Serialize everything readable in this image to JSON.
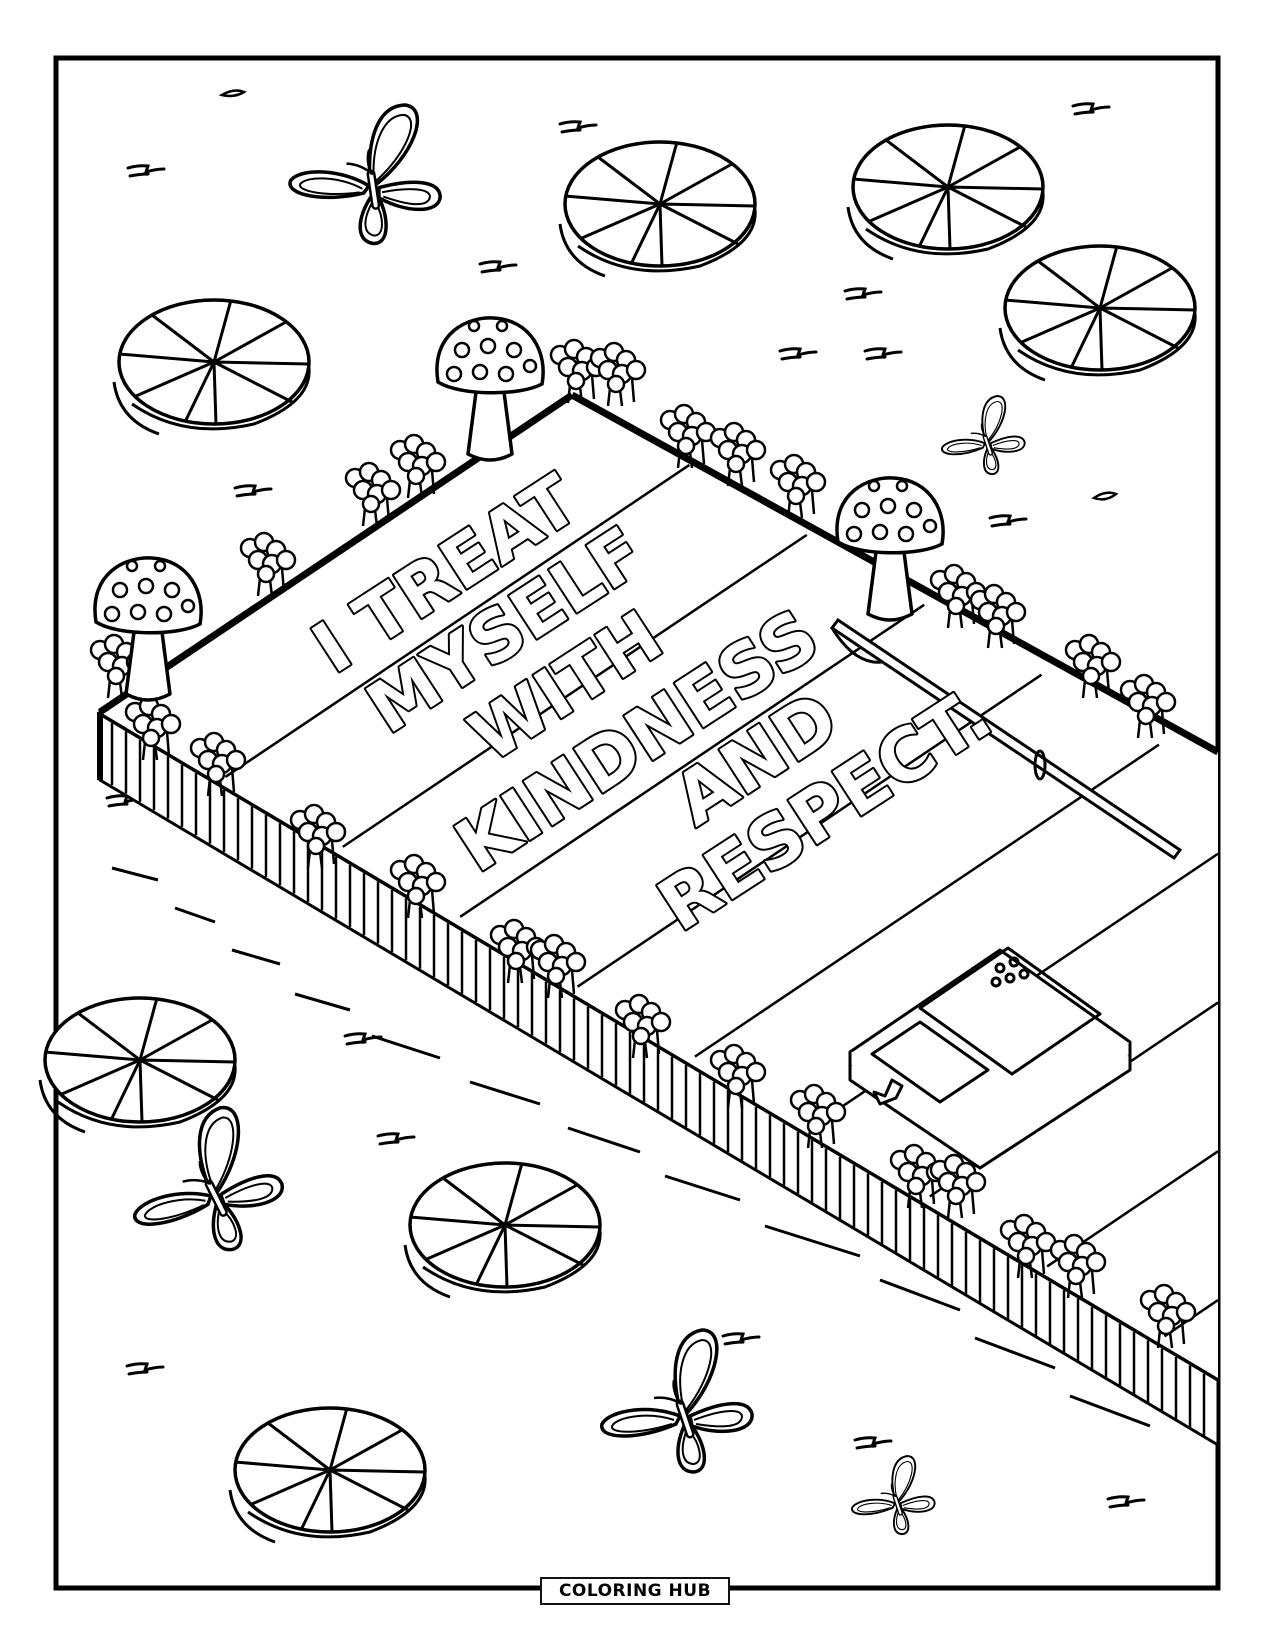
{
  "page": {
    "type": "coloring-page",
    "colors": {
      "ink": "#000000",
      "paper": "#ffffff"
    }
  },
  "affirmation": {
    "lines": [
      "I TREAT",
      "MYSELF",
      "WITH",
      "KINDNESS",
      "AND",
      "RESPECT."
    ]
  },
  "brand": {
    "label": "COLORING HUB"
  },
  "scene": {
    "elements": {
      "lily_pads": 7,
      "butterflies": 6,
      "mushrooms": 3,
      "book": "closed book with bookmark ribbon",
      "pencil": "pencil lying on deck"
    },
    "icons": [
      "lily-pad-icon",
      "butterfly-icon",
      "mushroom-icon",
      "flower-cluster-icon",
      "book-icon",
      "pencil-icon",
      "grass-tuft-icon"
    ]
  }
}
